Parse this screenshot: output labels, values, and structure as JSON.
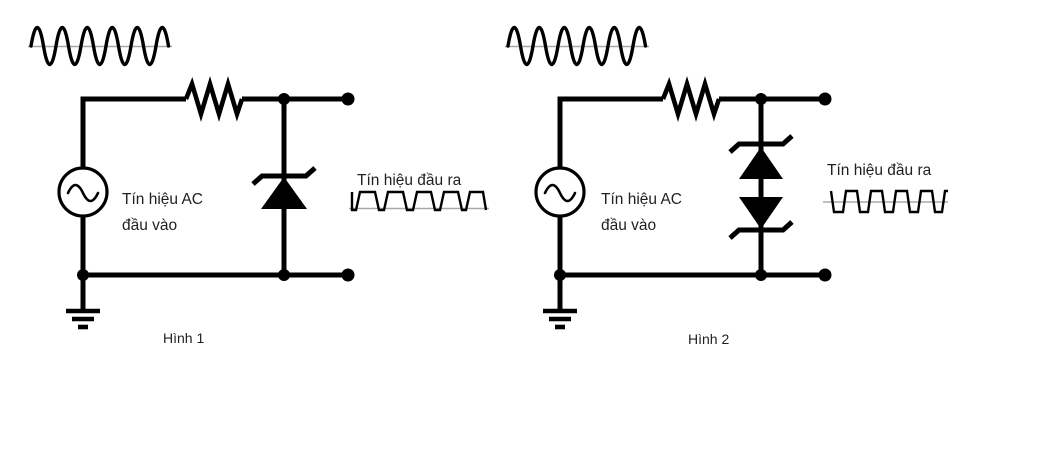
{
  "colors": {
    "stroke": "#000000",
    "axis_gray": "#a8a8a8",
    "text": "#1f1f1f",
    "background": "#ffffff"
  },
  "figure1": {
    "caption": "Hình 1",
    "ac_label_line1": "Tín hiệu AC",
    "ac_label_line2": "đầu vào",
    "output_label": "Tín hiệu đầu ra"
  },
  "figure2": {
    "caption": "Hình 2",
    "ac_label_line1": "Tín hiệu AC",
    "ac_label_line2": "đầu vào",
    "output_label": "Tín hiệu đầu ra"
  }
}
